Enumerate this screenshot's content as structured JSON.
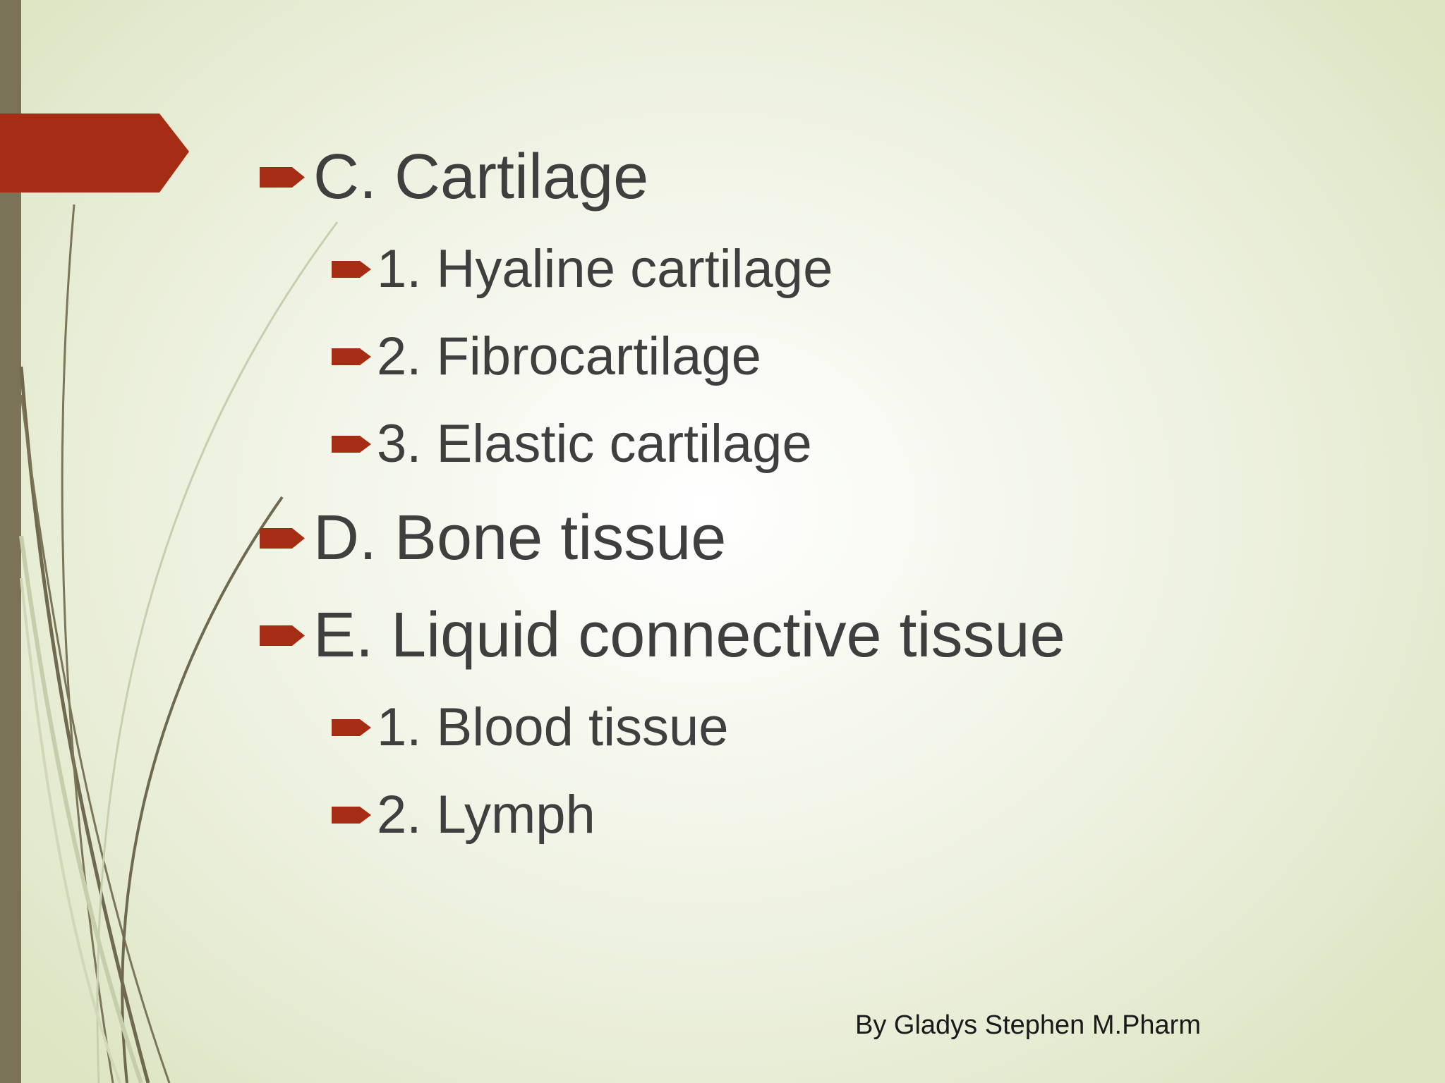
{
  "slide": {
    "bullet_icon": "red-arrow-bullet-icon",
    "accent_color": "#a52d14",
    "text_color": "#3f3f3f",
    "items": [
      {
        "level": 1,
        "text": "C. Cartilage"
      },
      {
        "level": 2,
        "text": "1. Hyaline cartilage"
      },
      {
        "level": 2,
        "text": "2. Fibrocartilage"
      },
      {
        "level": 2,
        "text": "3. Elastic cartilage"
      },
      {
        "level": 1,
        "text": "D. Bone tissue"
      },
      {
        "level": 1,
        "text": "E. Liquid connective tissue"
      },
      {
        "level": 2,
        "text": "1. Blood tissue"
      },
      {
        "level": 2,
        "text": "2. Lymph"
      }
    ],
    "footer": "By Gladys Stephen M.Pharm"
  }
}
